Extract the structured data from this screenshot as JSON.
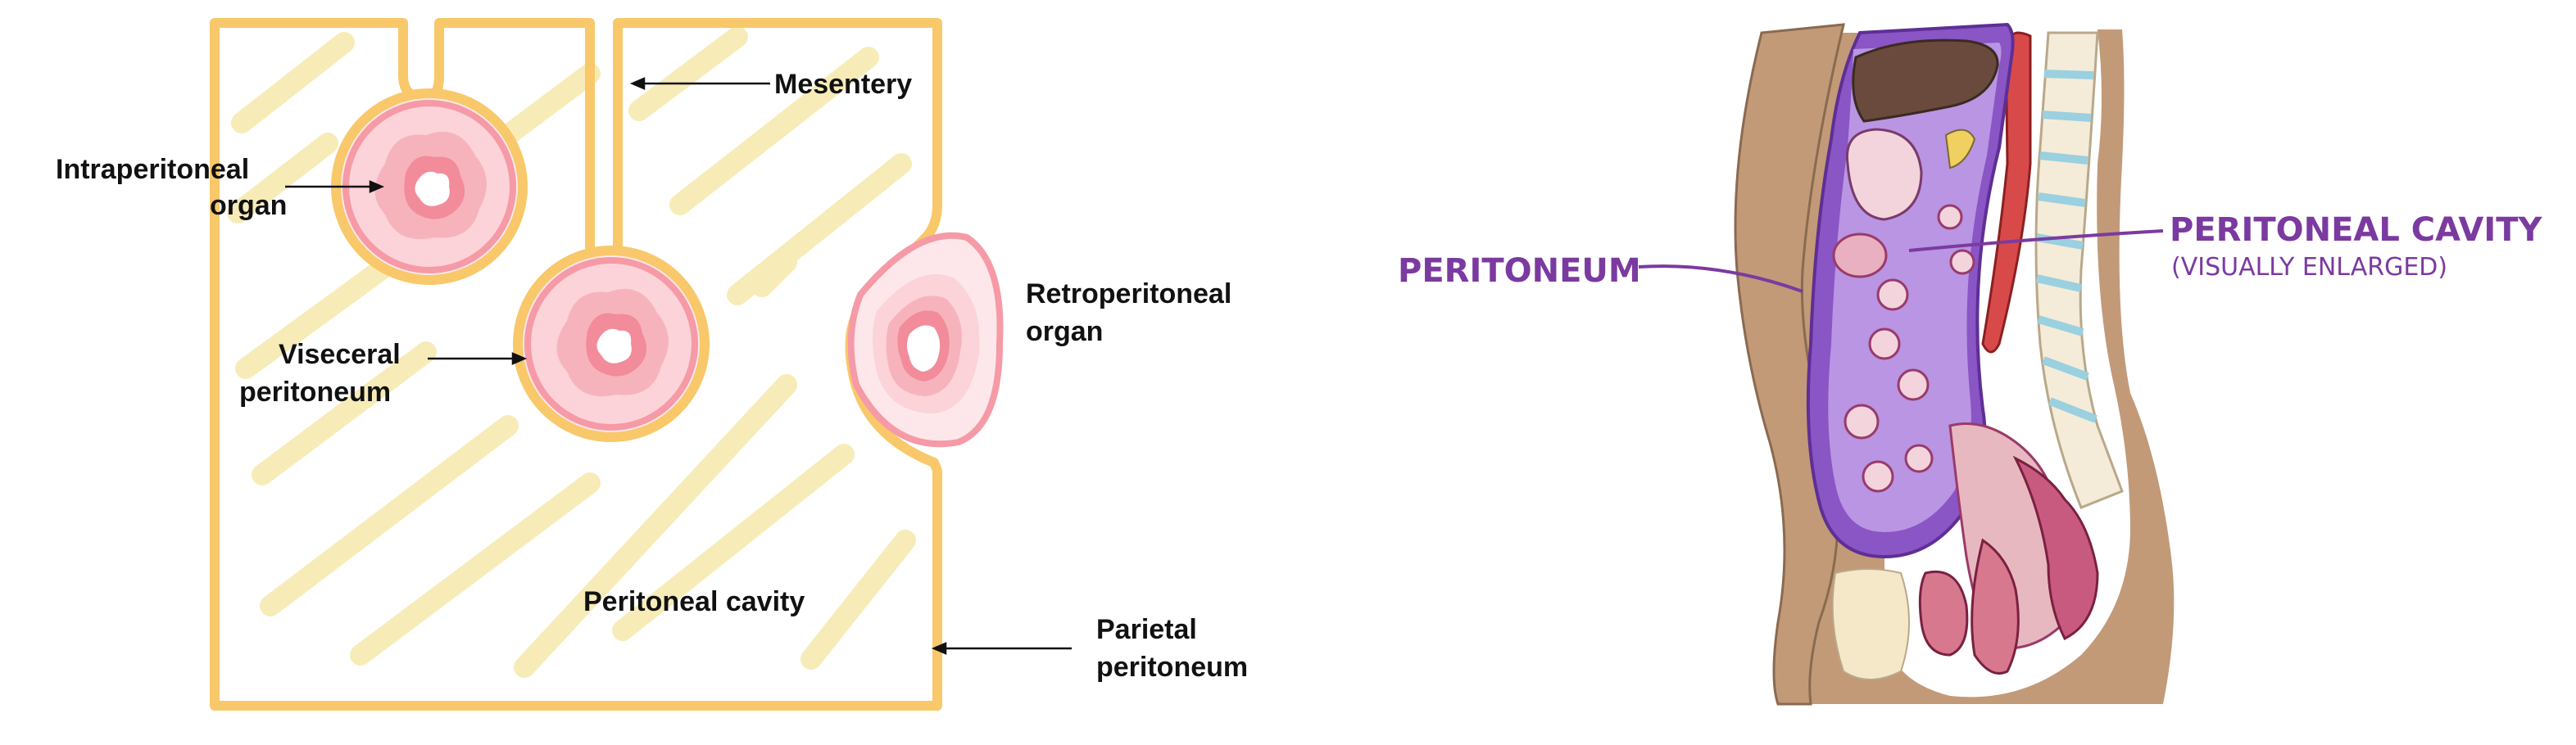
{
  "left_diagram": {
    "labels": {
      "mesentery": "Mesentery",
      "intraperitoneal_line1": "Intraperitoneal",
      "intraperitoneal_line2": "organ",
      "visceral_line1": "Viseceral",
      "visceral_line2": "peritoneum",
      "retro_line1": "Retroperitoneal",
      "retro_line2": "organ",
      "cavity": "Peritoneal cavity",
      "parietal_line1": "Parietal",
      "parietal_line2": "peritoneum"
    },
    "colors": {
      "membrane": "#f8c86a",
      "stripe": "#f7eab0",
      "organ_outer": "#f59aa6",
      "organ_mid": "#f7b3bc",
      "organ_core": "#f28b9a"
    }
  },
  "right_diagram": {
    "labels": {
      "peritoneum": "PERITONEUM",
      "cavity": "PERITONEAL CAVITY",
      "cavity_note": "(VISUALLY ENLARGED)"
    },
    "colors": {
      "label": "#7b3aa0",
      "skin": "#c29a78",
      "peritoneum": "#8a55c4",
      "cavity_fill": "#b995e3"
    }
  }
}
